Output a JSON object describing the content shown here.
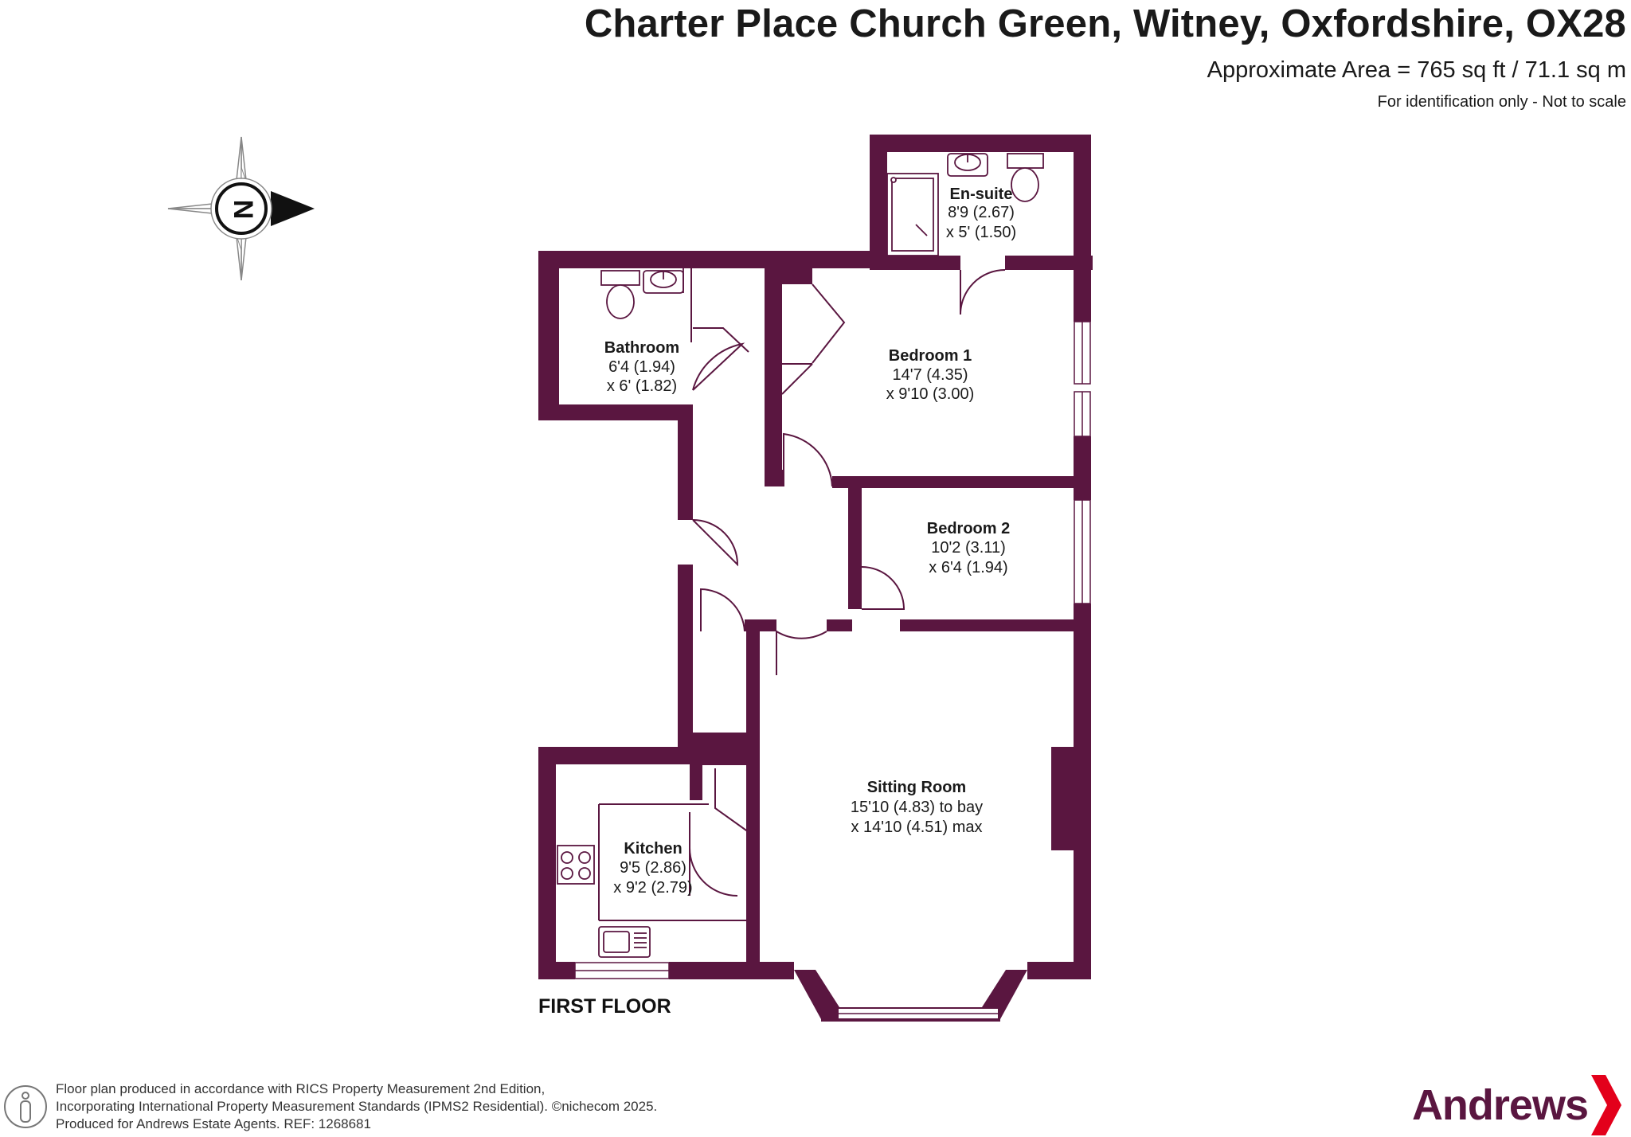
{
  "header": {
    "title": "Charter Place Church Green, Witney, Oxfordshire, OX28",
    "area": "Approximate Area = 765 sq ft / 71.1 sq m",
    "note": "For identification only - Not to scale"
  },
  "compass": {
    "letter": "N",
    "icon": "compass-icon"
  },
  "floor_label": "FIRST FLOOR",
  "rooms": {
    "ensuite": {
      "name": "En-suite",
      "dim1": "8'9 (2.67)",
      "dim2": "x 5' (1.50)"
    },
    "bathroom": {
      "name": "Bathroom",
      "dim1": "6'4 (1.94)",
      "dim2": "x 6' (1.82)"
    },
    "bedroom1": {
      "name": "Bedroom 1",
      "dim1": "14'7 (4.35)",
      "dim2": "x 9'10 (3.00)"
    },
    "bedroom2": {
      "name": "Bedroom 2",
      "dim1": "10'2 (3.11)",
      "dim2": "x 6'4 (1.94)"
    },
    "sitting": {
      "name": "Sitting Room",
      "dim1": "15'10 (4.83) to bay",
      "dim2": "x 14'10 (4.51) max"
    },
    "kitchen": {
      "name": "Kitchen",
      "dim1": "9'5 (2.86)",
      "dim2": "x 9'2 (2.79)"
    }
  },
  "footer": {
    "line1": "Floor plan produced in accordance with RICS Property Measurement 2nd Edition,",
    "line2": "Incorporating International Property Measurement Standards (IPMS2 Residential).   ©nichecom 2025.",
    "line3": "Produced for Andrews Estate Agents.   REF: 1268681",
    "badge_icon": "person-info-icon"
  },
  "brand": {
    "name": "Andrews",
    "icon": "chevron-right-icon"
  },
  "colors": {
    "wall": "#5a1640",
    "brand": "#5a1640",
    "accent": "#e3001b"
  }
}
